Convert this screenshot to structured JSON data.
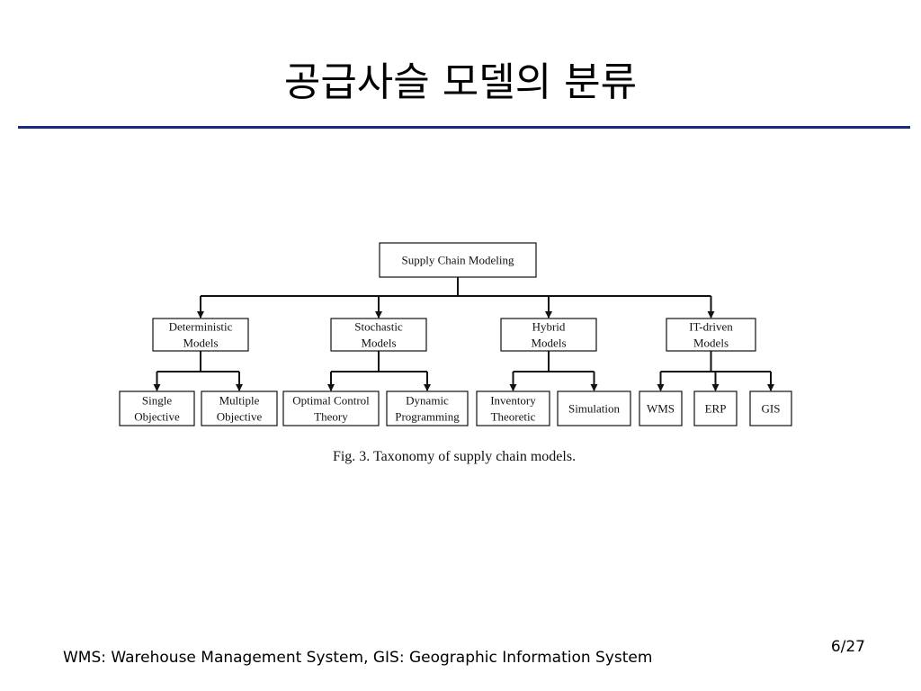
{
  "slide": {
    "title": "공급사슬 모델의 분류",
    "footnote": "WMS: Warehouse Management System, GIS: Geographic Information System",
    "page_number": "6/27"
  },
  "diagram": {
    "caption": "Fig. 3. Taxonomy of supply chain models.",
    "root": {
      "lines": [
        "Supply Chain Modeling"
      ]
    },
    "categories": [
      {
        "lines": [
          "Deterministic",
          "Models"
        ],
        "children": [
          {
            "lines": [
              "Single",
              "Objective"
            ]
          },
          {
            "lines": [
              "Multiple",
              "Objective"
            ]
          }
        ]
      },
      {
        "lines": [
          "Stochastic",
          "Models"
        ],
        "children": [
          {
            "lines": [
              "Optimal Control",
              "Theory"
            ]
          },
          {
            "lines": [
              "Dynamic",
              "Programming"
            ]
          }
        ]
      },
      {
        "lines": [
          "Hybrid",
          "Models"
        ],
        "children": [
          {
            "lines": [
              "Inventory",
              "Theoretic"
            ]
          },
          {
            "lines": [
              "Simulation"
            ]
          }
        ]
      },
      {
        "lines": [
          "IT-driven",
          "Models"
        ],
        "children": [
          {
            "lines": [
              "WMS"
            ]
          },
          {
            "lines": [
              "ERP"
            ]
          },
          {
            "lines": [
              "GIS"
            ]
          }
        ]
      }
    ]
  }
}
